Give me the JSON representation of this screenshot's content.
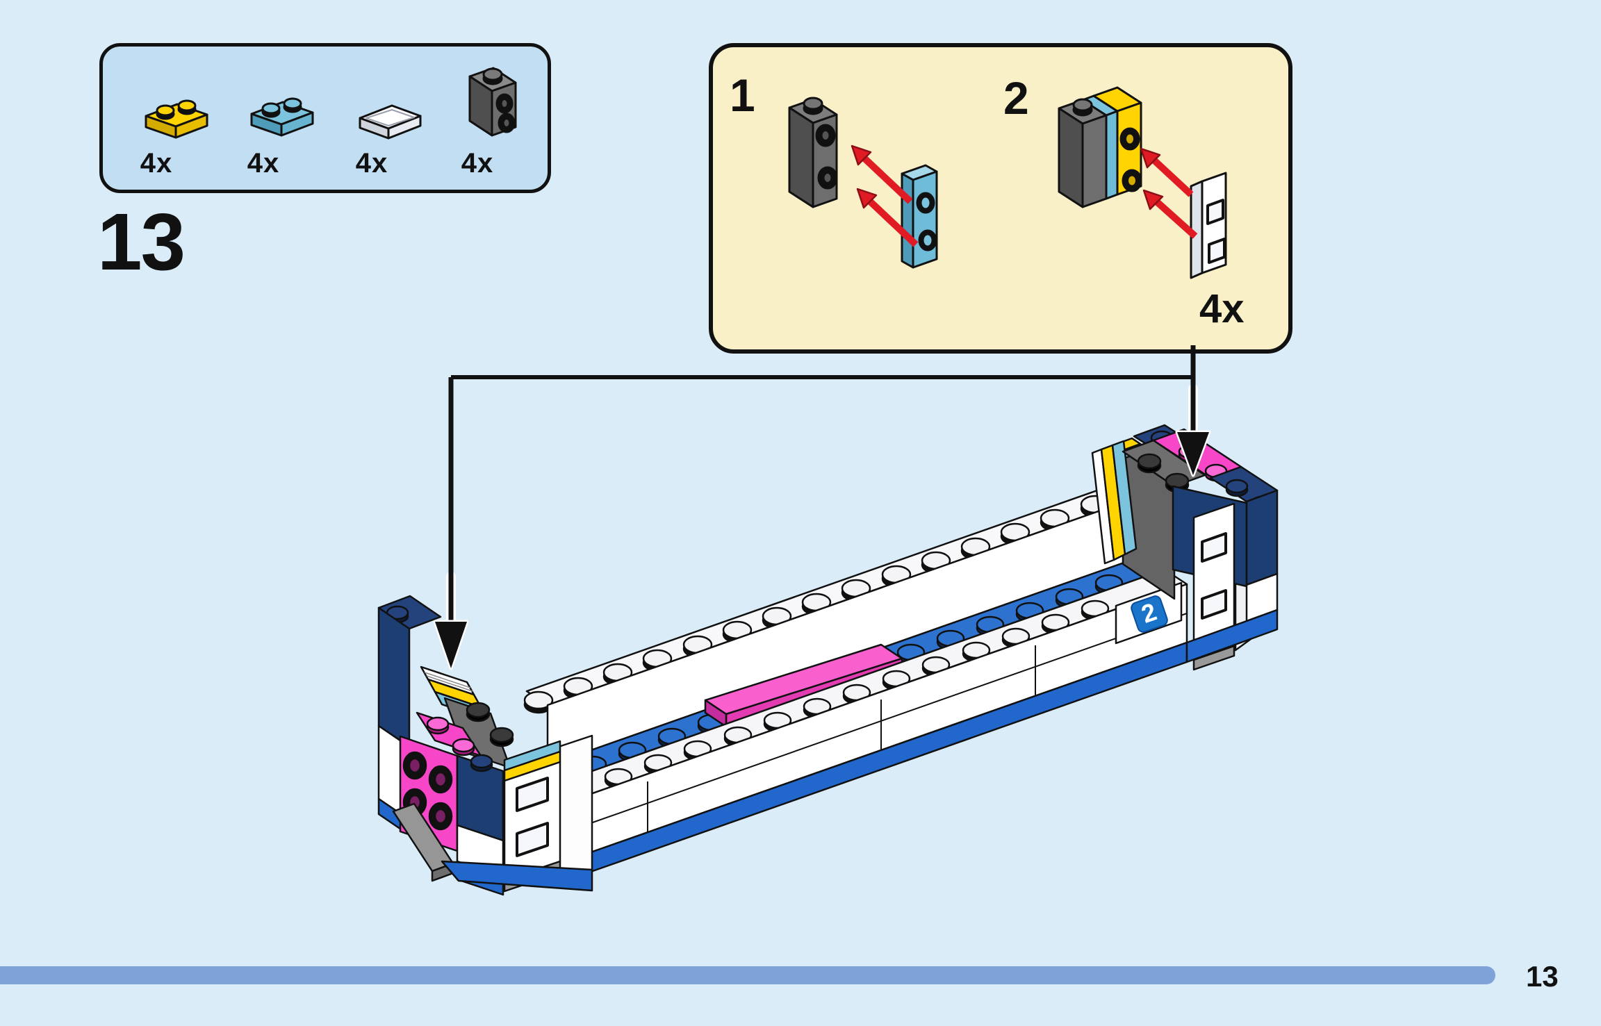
{
  "step": {
    "number": "13"
  },
  "parts_box": {
    "items": [
      {
        "part": "plate-1x2-yellow",
        "qty": "4x",
        "color": "#ffd400"
      },
      {
        "part": "plate-1x2-medium-azure",
        "qty": "4x",
        "color": "#7cc4de"
      },
      {
        "part": "tile-1x2-white",
        "qty": "4x",
        "color": "#ffffff"
      },
      {
        "part": "brick-1x1x2-dark-gray-side-studs",
        "qty": "4x",
        "color": "#6e6e6e"
      }
    ]
  },
  "callout": {
    "substeps": [
      {
        "label": "1"
      },
      {
        "label": "2"
      }
    ],
    "quantity": "4x"
  },
  "model": {
    "sticker_label": "2"
  },
  "footer": {
    "page_number": "13"
  }
}
